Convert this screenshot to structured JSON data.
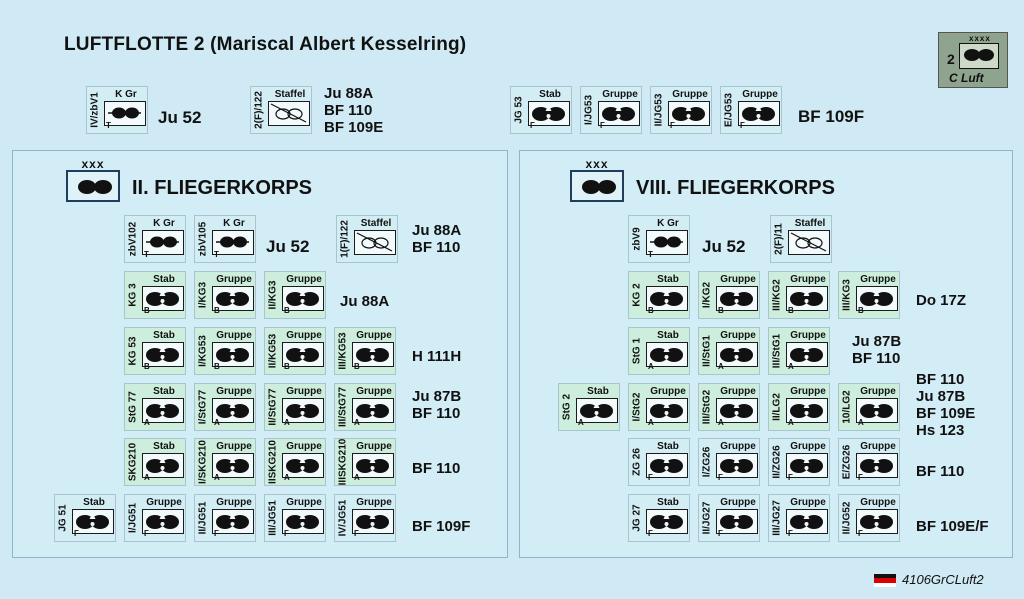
{
  "title": "LUFTFLOTTE 2 (Mariscal Albert Kesselring)",
  "chip": {
    "number": "2",
    "echelon": "xxxx",
    "label": "C Luft",
    "color": "#8ea48f"
  },
  "footer": {
    "code": "4106GrCLuft2"
  },
  "colors": {
    "background": "#cfeaf4",
    "counter": "#d3edf4",
    "counter_green": "#cdeedc",
    "symbol_border": "#1b1b1b"
  },
  "top": {
    "counters": [
      {
        "side": "IV/zbV1",
        "top": "K Gr",
        "corner": "T"
      },
      {
        "side": "2(F)/122",
        "top": "Staffel",
        "corner": "",
        "recon": true
      },
      {
        "side": "JG 53",
        "top": "Stab",
        "corner": "F",
        "pair": true
      },
      {
        "side": "I/JG53",
        "top": "Gruppe",
        "corner": "F"
      },
      {
        "side": "II/JG53",
        "top": "Gruppe",
        "corner": "F"
      },
      {
        "side": "E/JG53",
        "top": "Gruppe",
        "corner": "F"
      }
    ],
    "aircraft": [
      "Ju 52",
      "Ju 88A\nBF 110\nBF 109E",
      "BF 109F"
    ]
  },
  "korps2": {
    "echelon": "xxx",
    "title": "II. FLIEGERKORPS",
    "rows": [
      {
        "aircraft": "Ju 52",
        "counters": [
          {
            "side": "zbV102",
            "top": "K Gr",
            "corner": "T"
          },
          {
            "side": "zbV105",
            "top": "K Gr",
            "corner": "T"
          }
        ]
      },
      {
        "aircraft": "Ju 88A\nBF 110",
        "counters": [
          {
            "side": "1(F)/122",
            "top": "Staffel",
            "corner": "",
            "recon": true
          }
        ]
      },
      {
        "aircraft": "Ju 88A",
        "counters": [
          {
            "side": "KG 3",
            "top": "Stab",
            "corner": "B"
          },
          {
            "side": "I/KG3",
            "top": "Gruppe",
            "corner": "B"
          },
          {
            "side": "II/KG3",
            "top": "Gruppe",
            "corner": "B"
          }
        ]
      },
      {
        "aircraft": "H 111H",
        "counters": [
          {
            "side": "KG 53",
            "top": "Stab",
            "corner": "B"
          },
          {
            "side": "I/KG53",
            "top": "Gruppe",
            "corner": "B"
          },
          {
            "side": "II/KG53",
            "top": "Gruppe",
            "corner": "B"
          },
          {
            "side": "III/KG53",
            "top": "Gruppe",
            "corner": "B"
          }
        ]
      },
      {
        "aircraft": "Ju 87B\nBF 110",
        "counters": [
          {
            "side": "StG 77",
            "top": "Stab",
            "corner": "A"
          },
          {
            "side": "I/StG77",
            "top": "Gruppe",
            "corner": "A"
          },
          {
            "side": "II/StG77",
            "top": "Gruppe",
            "corner": "A"
          },
          {
            "side": "III/StG77",
            "top": "Gruppe",
            "corner": "A"
          }
        ]
      },
      {
        "aircraft": "BF 110",
        "counters": [
          {
            "side": "SKG210",
            "top": "Stab",
            "corner": "A"
          },
          {
            "side": "I/SKG210",
            "top": "Gruppe",
            "corner": "A"
          },
          {
            "side": "IISKG210",
            "top": "Gruppe",
            "corner": "A"
          },
          {
            "side": "IIISKG210",
            "top": "Gruppe",
            "corner": "A"
          }
        ]
      },
      {
        "aircraft": "BF 109F",
        "counters": [
          {
            "side": "JG 51",
            "top": "Stab",
            "corner": "F"
          },
          {
            "side": "I/JG51",
            "top": "Gruppe",
            "corner": "F"
          },
          {
            "side": "II/JG51",
            "top": "Gruppe",
            "corner": "F"
          },
          {
            "side": "III/JG51",
            "top": "Gruppe",
            "corner": "F"
          },
          {
            "side": "IV/JG51",
            "top": "Gruppe",
            "corner": "F"
          }
        ]
      }
    ]
  },
  "korps8": {
    "echelon": "xxx",
    "title": "VIII. FLIEGERKORPS",
    "rows": [
      {
        "aircraft": "Ju 52",
        "counters": [
          {
            "side": "zbV9",
            "top": "K Gr",
            "corner": "T"
          }
        ]
      },
      {
        "aircraft": "",
        "counters": [
          {
            "side": "2(F)/11",
            "top": "Staffel",
            "corner": "",
            "recon": true
          }
        ]
      },
      {
        "aircraft": "Do 17Z",
        "counters": [
          {
            "side": "KG 2",
            "top": "Stab",
            "corner": "B"
          },
          {
            "side": "I/KG2",
            "top": "Gruppe",
            "corner": "B"
          },
          {
            "side": "III/KG2",
            "top": "Gruppe",
            "corner": "B"
          },
          {
            "side": "III/KG3",
            "top": "Gruppe",
            "corner": "B"
          }
        ]
      },
      {
        "aircraft": "Ju 87B\nBF 110",
        "counters": [
          {
            "side": "StG 1",
            "top": "Stab",
            "corner": "A"
          },
          {
            "side": "II/StG1",
            "top": "Gruppe",
            "corner": "A"
          },
          {
            "side": "III/StG1",
            "top": "Gruppe",
            "corner": "A"
          }
        ]
      },
      {
        "aircraft": "BF 110\nJu 87B\nBF 109E\nHs 123",
        "counters": [
          {
            "side": "StG 2",
            "top": "Stab",
            "corner": "A"
          },
          {
            "side": "I/StG2",
            "top": "Gruppe",
            "corner": "A"
          },
          {
            "side": "III/StG2",
            "top": "Gruppe",
            "corner": "A"
          },
          {
            "side": "II/LG2",
            "top": "Gruppe",
            "corner": "A"
          },
          {
            "side": "10/LG2",
            "top": "Gruppe",
            "corner": "A"
          }
        ]
      },
      {
        "aircraft": "BF 110",
        "counters": [
          {
            "side": "ZG 26",
            "top": "Stab",
            "corner": "F"
          },
          {
            "side": "I/ZG26",
            "top": "Gruppe",
            "corner": "F"
          },
          {
            "side": "II/ZG26",
            "top": "Gruppe",
            "corner": "F"
          },
          {
            "side": "E/ZG26",
            "top": "Gruppe",
            "corner": "F"
          }
        ]
      },
      {
        "aircraft": "BF 109E/F",
        "counters": [
          {
            "side": "JG 27",
            "top": "Stab",
            "corner": "F"
          },
          {
            "side": "II/JG27",
            "top": "Gruppe",
            "corner": "F"
          },
          {
            "side": "III/JG27",
            "top": "Gruppe",
            "corner": "F"
          },
          {
            "side": "II/JG52",
            "top": "Gruppe",
            "corner": "F"
          }
        ]
      }
    ]
  }
}
